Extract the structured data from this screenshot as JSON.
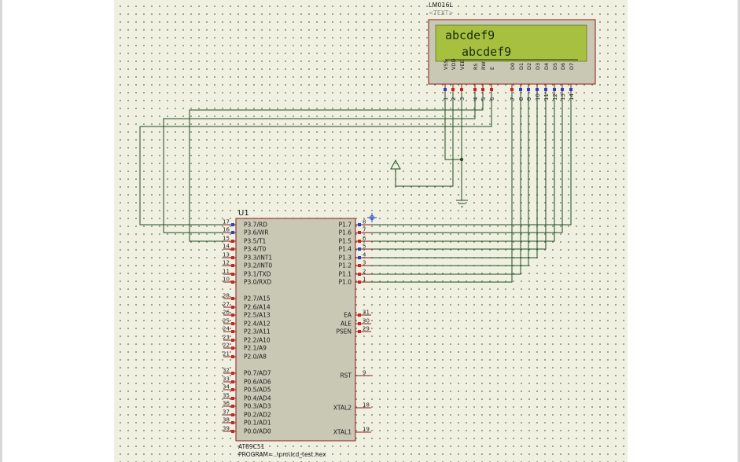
{
  "lcd": {
    "name": "LM016L",
    "text_placeholder": "<TEXT>",
    "line1": "abcdef9",
    "line2": "abcdef9",
    "pin_labels": [
      "VSS",
      "VDD",
      "VEE",
      "RS",
      "RW",
      "E",
      "D0",
      "D1",
      "D2",
      "D3",
      "D4",
      "D5",
      "D6",
      "D7"
    ],
    "pin_numbers": [
      "1",
      "2",
      "3",
      "4",
      "5",
      "6",
      "7",
      "8",
      "9",
      "10",
      "11",
      "12",
      "13",
      "14"
    ]
  },
  "mcu": {
    "ref": "U1",
    "part": "AT89C51",
    "program": "PROGRAM=..\\pro\\lcd_test.hex",
    "left_pins": [
      {
        "num": "17",
        "label": "P3.7/RD"
      },
      {
        "num": "16",
        "label": "P3.6/WR"
      },
      {
        "num": "15",
        "label": "P3.5/T1"
      },
      {
        "num": "14",
        "label": "P3.4/T0"
      },
      {
        "num": "13",
        "label": "P3.3/INT1"
      },
      {
        "num": "12",
        "label": "P3.2/INT0"
      },
      {
        "num": "11",
        "label": "P3.1/TXD"
      },
      {
        "num": "10",
        "label": "P3.0/RXD"
      },
      {
        "num": "28",
        "label": "P2.7/A15"
      },
      {
        "num": "27",
        "label": "P2.6/A14"
      },
      {
        "num": "26",
        "label": "P2.5/A13"
      },
      {
        "num": "25",
        "label": "P2.4/A12"
      },
      {
        "num": "24",
        "label": "P2.3/A11"
      },
      {
        "num": "23",
        "label": "P2.2/A10"
      },
      {
        "num": "22",
        "label": "P2.1/A9"
      },
      {
        "num": "21",
        "label": "P2.0/A8"
      },
      {
        "num": "32",
        "label": "P0.7/AD7"
      },
      {
        "num": "33",
        "label": "P0.6/AD6"
      },
      {
        "num": "34",
        "label": "P0.5/AD5"
      },
      {
        "num": "35",
        "label": "P0.4/AD4"
      },
      {
        "num": "36",
        "label": "P0.3/AD3"
      },
      {
        "num": "37",
        "label": "P0.2/AD2"
      },
      {
        "num": "38",
        "label": "P0.1/AD1"
      },
      {
        "num": "39",
        "label": "P0.0/AD0"
      }
    ],
    "right_pins": [
      {
        "num": "8",
        "label": "P1.7"
      },
      {
        "num": "7",
        "label": "P1.6"
      },
      {
        "num": "6",
        "label": "P1.5"
      },
      {
        "num": "5",
        "label": "P1.4"
      },
      {
        "num": "4",
        "label": "P1.3"
      },
      {
        "num": "3",
        "label": "P1.2"
      },
      {
        "num": "2",
        "label": "P1.1"
      },
      {
        "num": "1",
        "label": "P1.0"
      },
      {
        "num": "31",
        "label": "EA"
      },
      {
        "num": "30",
        "label": "ALE"
      },
      {
        "num": "29",
        "label": "PSEN"
      },
      {
        "num": "9",
        "label": "RST"
      },
      {
        "num": "18",
        "label": "XTAL2"
      },
      {
        "num": "19",
        "label": "XTAL1"
      }
    ]
  },
  "colors": {
    "sheet": "#f0f0e1",
    "wire": "#1e4d1e",
    "body_outline": "#8b1a1a",
    "body_fill": "#c8c8b4",
    "lcd_screen": "#a8c040",
    "pin_red": "#cc2222",
    "pin_blue": "#2244cc"
  }
}
